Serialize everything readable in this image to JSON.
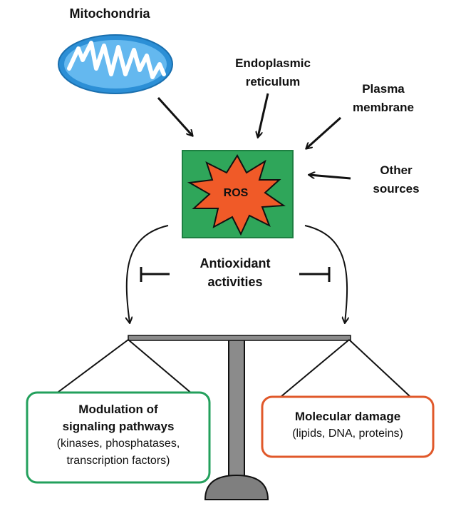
{
  "sources": {
    "mitochondria": "Mitochondria",
    "er": [
      "Endoplasmic",
      "reticulum"
    ],
    "plasma": [
      "Plasma",
      "membrane"
    ],
    "other": [
      "Other",
      "sources"
    ]
  },
  "center": {
    "ros": "ROS"
  },
  "antioxidant": [
    "Antioxidant",
    "activities"
  ],
  "left_box": {
    "title": [
      "Modulation of",
      "signaling pathways"
    ],
    "detail": [
      "(kinases, phosphatases,",
      "transcription factors)"
    ]
  },
  "right_box": {
    "title": "Molecular damage",
    "detail": "(lipids, DNA, proteins)"
  },
  "colors": {
    "ros_box": "#2fa65a",
    "ros_star": "#f05a28",
    "mito": "#2c8fd6",
    "left_border": "#23a05c",
    "right_border": "#e0582a",
    "scale": "#888888"
  }
}
